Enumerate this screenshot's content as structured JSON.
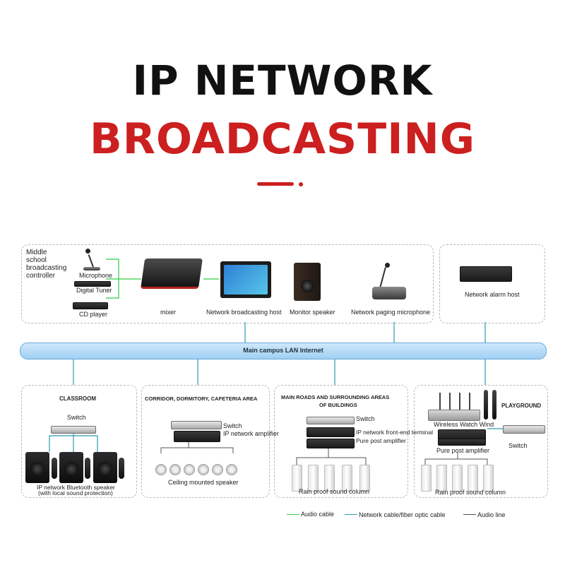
{
  "title": {
    "line1": "IP NETWORK",
    "line2": "BROADCASTING"
  },
  "colors": {
    "accent_red": "#cc1f1f",
    "audio_cable": "#2ecc40",
    "network_cable": "#2a9bb3",
    "audio_line": "#555555",
    "lan_blue": "#9fd0f4"
  },
  "control_room": {
    "controller_label": "Middle\nschool\nbroadcasting\ncontroller",
    "microphone": "Microphone",
    "digital_tuner": "Digital Tuner",
    "cd_player": "CD player",
    "mixer": "mixer",
    "network_host": "Network broadcasting host",
    "monitor_speaker": "Monitor speaker",
    "paging_mic": "Network paging microphone"
  },
  "alarm": {
    "label": "Network alarm host"
  },
  "lan": {
    "label": "Main campus LAN Internet"
  },
  "areas": {
    "classroom": {
      "title": "CLASSROOM",
      "switch": "Switch",
      "speaker": "IP network Bluetooth speaker",
      "speaker_note": "(with local sound protection)"
    },
    "corridor": {
      "title": "CORRIDOR, DORMITORY, CAFETERIA AREA",
      "switch": "Switch",
      "amplifier": "IP network amplifier",
      "ceiling": "Ceiling mounted speaker"
    },
    "roads": {
      "title_line1": "MAIN ROADS AND SURROUNDING AREAS",
      "title_line2": "OF BUILDINGS",
      "switch": "Switch",
      "terminal": "IP network front-end terminal",
      "post_amp": "Pure post amplifier",
      "column": "Rain proof sound column"
    },
    "playground": {
      "title": "PLAYGROUND",
      "wireless": "Wireless Watch Wind",
      "post_amp": "Pure post amplifier",
      "switch": "Switch",
      "column": "Rain proof sound column"
    }
  },
  "legend": {
    "audio_cable": "Audio cable",
    "network_cable": "Network cable/fiber optic cable",
    "audio_line": "Audio line"
  }
}
